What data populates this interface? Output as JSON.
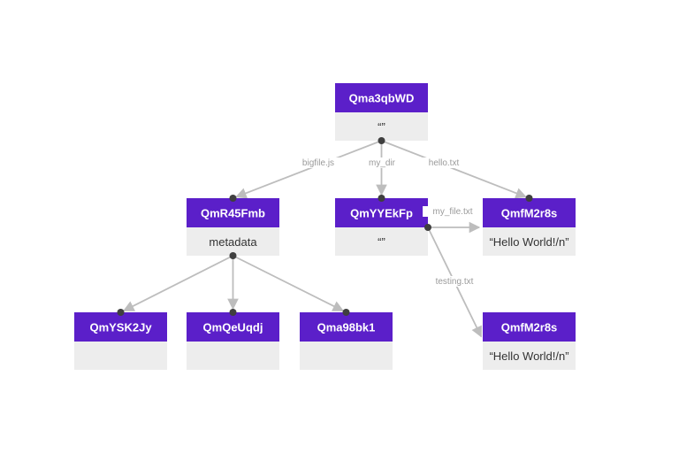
{
  "colors": {
    "header": "#5b1fc9",
    "body": "#ededed",
    "edge": "#bdbdbd",
    "dot": "#3f3f3f"
  },
  "nodes": [
    {
      "id": "root",
      "title": "Qma3qbWD",
      "body": "“”"
    },
    {
      "id": "bigfile",
      "title": "QmR45Fmb",
      "body": "metadata"
    },
    {
      "id": "mydir",
      "title": "QmYYEkFp",
      "body": "“”"
    },
    {
      "id": "hello",
      "title": "QmfM2r8s",
      "body": "“Hello World!/n”"
    },
    {
      "id": "chunk1",
      "title": "QmYSK2Jy",
      "body": ""
    },
    {
      "id": "chunk2",
      "title": "QmQeUqdj",
      "body": ""
    },
    {
      "id": "chunk3",
      "title": "Qma98bk1",
      "body": ""
    },
    {
      "id": "testing",
      "title": "QmfM2r8s",
      "body": "“Hello World!/n”"
    }
  ],
  "edges": [
    {
      "from": "root",
      "to": "bigfile",
      "label": "bigfile.js"
    },
    {
      "from": "root",
      "to": "mydir",
      "label": "my_dir"
    },
    {
      "from": "root",
      "to": "hello",
      "label": "hello.txt"
    },
    {
      "from": "bigfile",
      "to": "chunk1",
      "label": ""
    },
    {
      "from": "bigfile",
      "to": "chunk2",
      "label": ""
    },
    {
      "from": "bigfile",
      "to": "chunk3",
      "label": ""
    },
    {
      "from": "mydir",
      "to": "hello",
      "label": "my_file.txt"
    },
    {
      "from": "mydir",
      "to": "testing",
      "label": "testing.txt"
    }
  ]
}
